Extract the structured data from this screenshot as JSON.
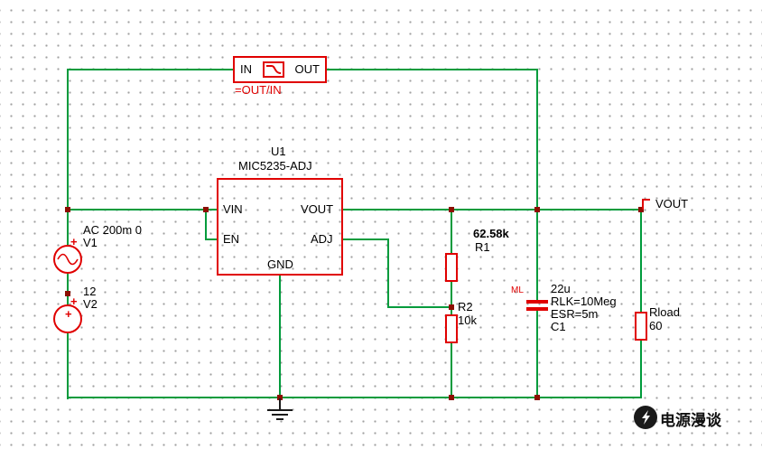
{
  "colors": {
    "wire_green": "#009b3c",
    "symbol_red": "#e00000",
    "junction_dark_red": "#8c0f00",
    "text_black": "#000000",
    "grid_dot_gray": "#a0a0a0"
  },
  "probe": {
    "in": "IN",
    "out": "OUT",
    "formula": "=OUT/IN"
  },
  "ic": {
    "ref": "U1",
    "part": "MIC5235-ADJ",
    "pin_vin": "VIN",
    "pin_en": "EN",
    "pin_vout": "VOUT",
    "pin_adj": "ADJ",
    "pin_gnd": "GND"
  },
  "v1": {
    "value": "AC 200m 0",
    "ref": "V1",
    "polarity": "+"
  },
  "v2": {
    "value": "12",
    "ref": "V2",
    "polarity": "+"
  },
  "r1": {
    "value": "62.58k",
    "ref": "R1"
  },
  "r2": {
    "ref": "R2",
    "value": "10k"
  },
  "c1": {
    "model_tag": "ML",
    "value": "22u",
    "param1": "RLK=10Meg",
    "param2": "ESR=5m",
    "ref": "C1"
  },
  "rload": {
    "ref": "Rload",
    "value": "60"
  },
  "net": {
    "vout": "VOUT"
  },
  "watermark": {
    "text": "电源漫谈"
  }
}
